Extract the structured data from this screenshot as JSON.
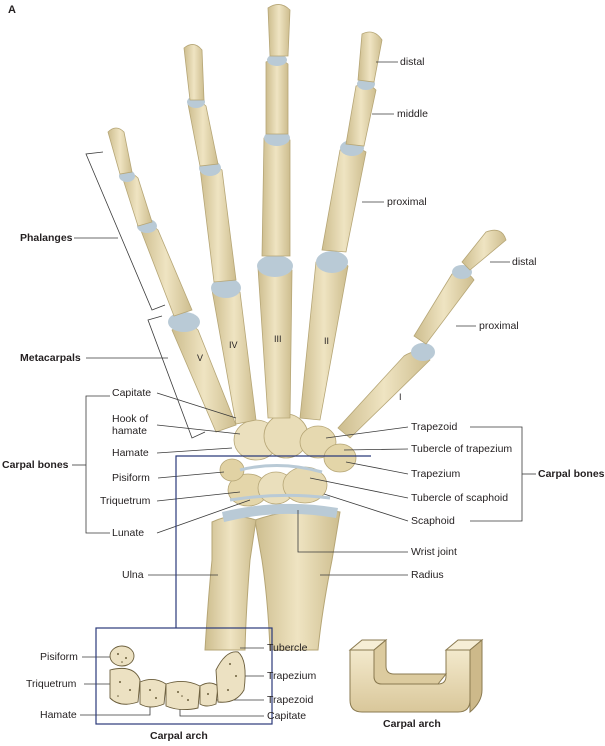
{
  "panel_letter": "A",
  "fingers": {
    "distal": "distal",
    "middle": "middle",
    "proximal": "proximal",
    "thumb_distal": "distal",
    "thumb_proximal": "proximal"
  },
  "groups": {
    "phalanges": "Phalanges",
    "metacarpals": "Metacarpals",
    "carpal_bones_left": "Carpal bones",
    "carpal_bones_right": "Carpal bones"
  },
  "roman": [
    "I",
    "II",
    "III",
    "IV",
    "V"
  ],
  "left_labels": {
    "capitate": "Capitate",
    "hook_of_hamate": "Hook of\nhamate",
    "hamate": "Hamate",
    "pisiform": "Pisiform",
    "triquetrum": "Triquetrum",
    "lunate": "Lunate",
    "ulna": "Ulna"
  },
  "right_labels": {
    "trapezoid": "Trapezoid",
    "tubercle_trapezium": "Tubercle of trapezium",
    "trapezium": "Trapezium",
    "tubercle_scaphoid": "Tubercle of scaphoid",
    "scaphoid": "Scaphoid",
    "wrist_joint": "Wrist joint",
    "radius": "Radius"
  },
  "arch_section": {
    "pisiform": "Pisiform",
    "triquetrum": "Triquetrum",
    "hamate": "Hamate",
    "tubercle": "Tubercle",
    "trapezium": "Trapezium",
    "trapezoid": "Trapezoid",
    "capitate": "Capitate",
    "caption": "Carpal arch"
  },
  "arch_model_caption": "Carpal arch",
  "colors": {
    "bone": "#e8dcb4",
    "bone_shadow": "#c9b98a",
    "cartilage": "#b9cad6",
    "leader": "#3a3a3a",
    "frame": "#2b3a7a"
  }
}
